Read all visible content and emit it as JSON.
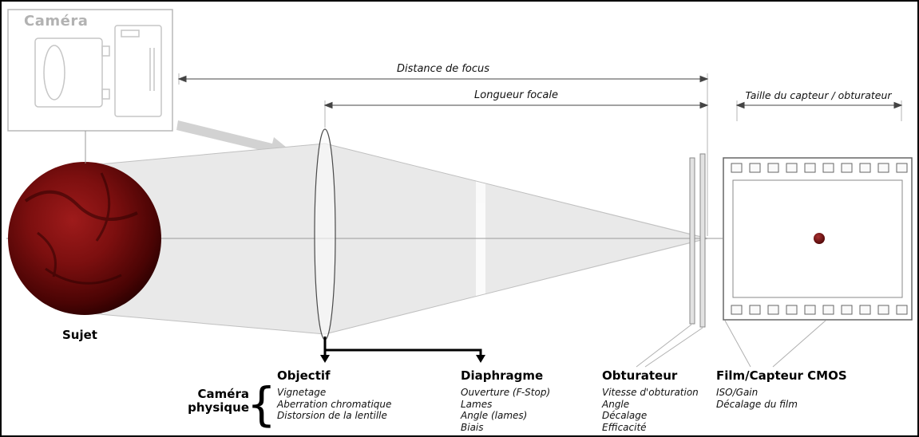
{
  "camera_inset": {
    "label": "Caméra"
  },
  "subject": {
    "label": "Sujet"
  },
  "dimensions": {
    "focus_distance": "Distance de focus",
    "focal_length": "Longueur focale",
    "sensor_size": "Taille du capteur / obturateur"
  },
  "physical_camera": {
    "line1": "Caméra",
    "line2": "physique",
    "brace": "{"
  },
  "sections": [
    {
      "title": "Objectif",
      "items": [
        "Vignetage",
        "Aberration chromatique",
        "Distorsion de la lentille"
      ]
    },
    {
      "title": "Diaphragme",
      "items": [
        "Ouverture (F-Stop)",
        "Lames",
        "Angle (lames)",
        "Biais"
      ]
    },
    {
      "title": "Obturateur",
      "items": [
        "Vitesse d'obturation",
        "Angle",
        "Décalage",
        "Efficacité"
      ]
    },
    {
      "title": "Film/Capteur CMOS",
      "items": [
        "ISO/Gain",
        "Décalage du film"
      ]
    }
  ],
  "colors": {
    "beam": "#e9e9e9",
    "subject_core": "#9e1b1b",
    "subject_edge": "#240000",
    "film_dot": "#7a0f0f",
    "sketch_gray": "#c6c6c6"
  }
}
